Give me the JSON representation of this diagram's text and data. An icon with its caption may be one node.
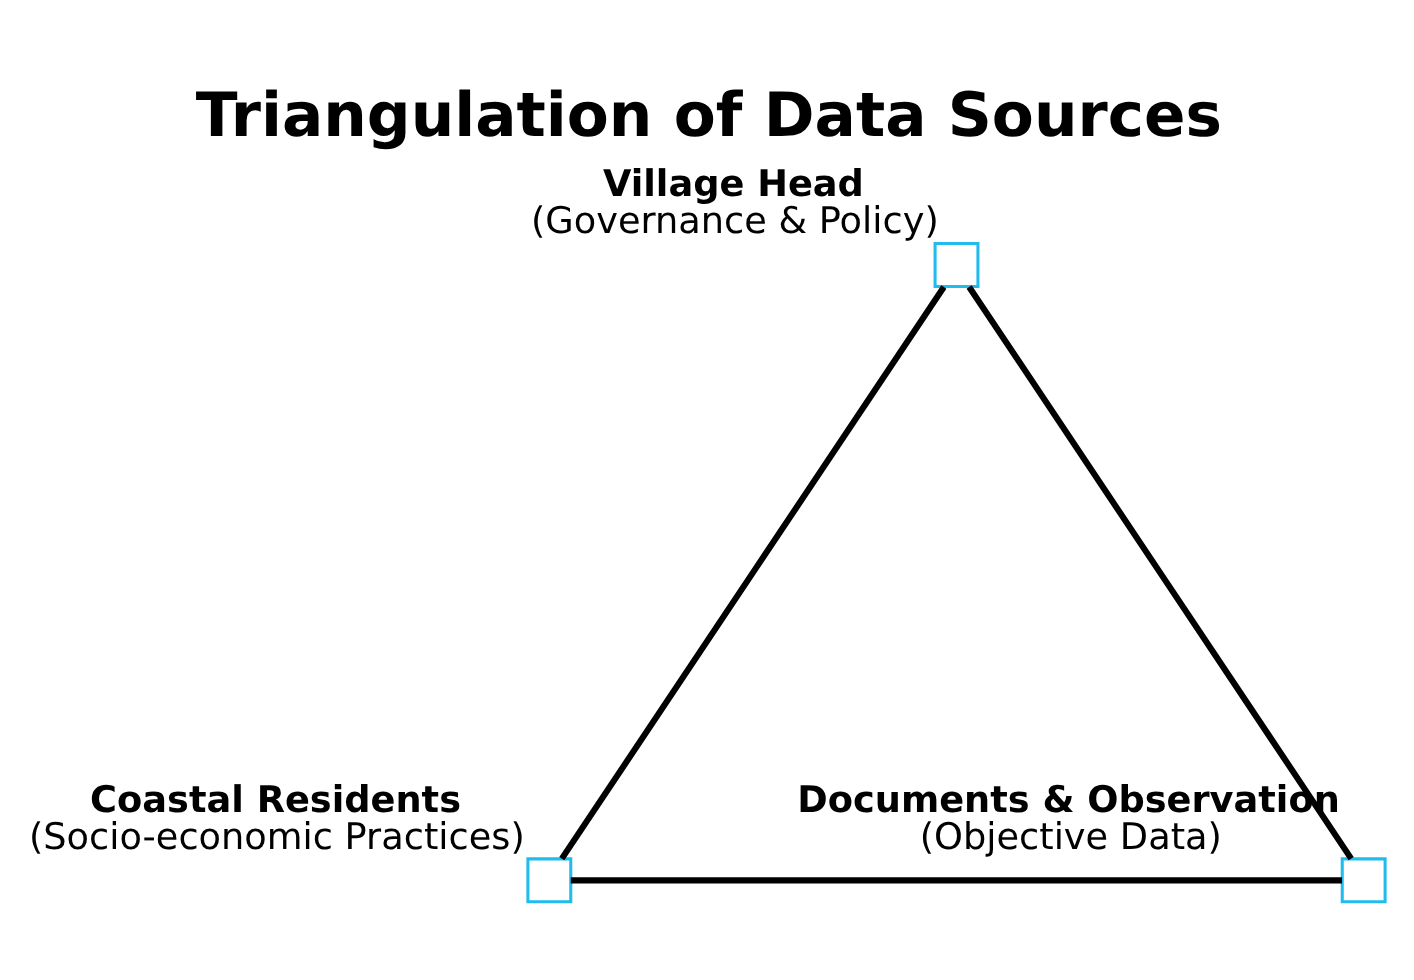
{
  "diagram": {
    "title": "Triangulation of Data Sources",
    "nodes": [
      {
        "text": [],
        "shape": "box",
        "beside": [
          "Village Head",
          "(Governance & Policy)"
        ]
      },
      {
        "text": [],
        "shape": "box",
        "beside": [
          "Coastal Residents",
          "(Socio-economic Practices)"
        ]
      },
      {
        "text": [],
        "shape": "box",
        "beside": [
          "Documents & Observation",
          "(Objective Data)"
        ]
      }
    ],
    "edges": [
      {
        "from": 0,
        "to": 1,
        "arrow": "none"
      },
      {
        "from": 1,
        "to": 2,
        "arrow": "none"
      },
      {
        "from": 2,
        "to": 0,
        "arrow": "none"
      }
    ]
  }
}
